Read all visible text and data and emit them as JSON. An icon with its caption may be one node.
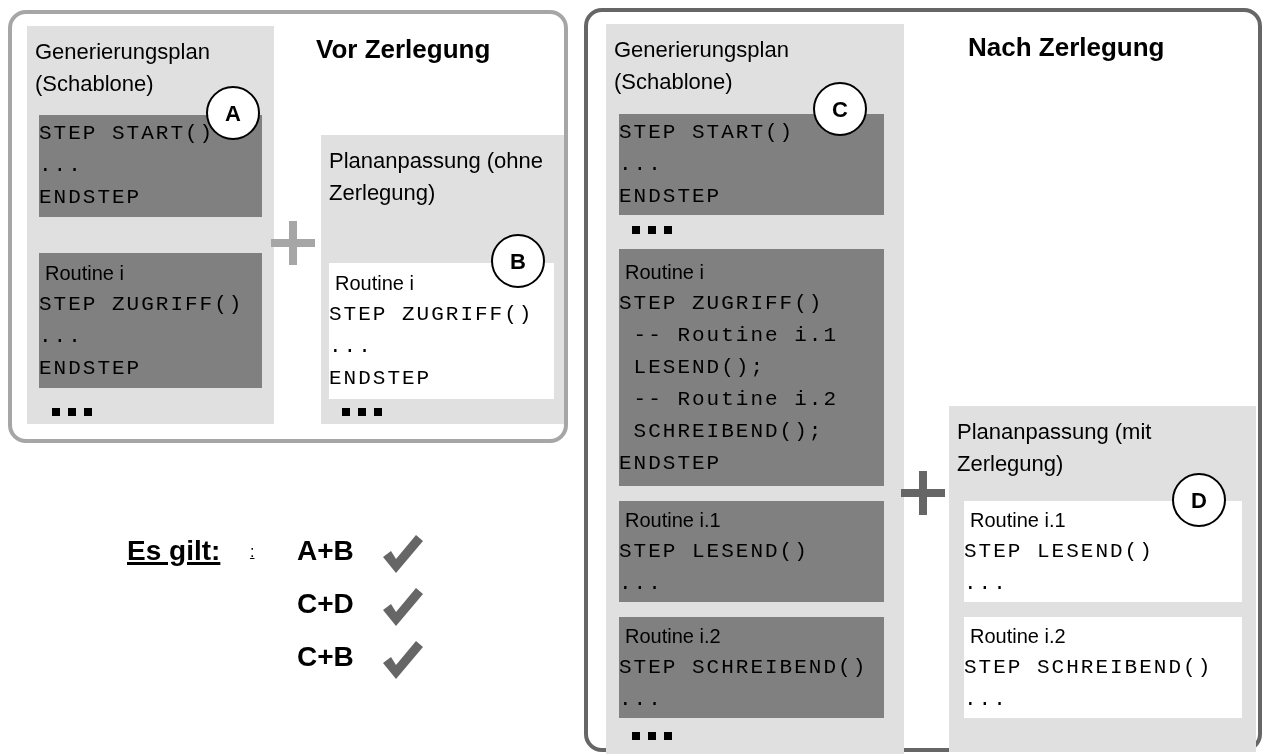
{
  "diagram": {
    "nodes": [
      {
        "text": [
          "Vor Zerlegung"
        ]
      },
      {
        "text": [
          "Generierungsplan (Schablone)"
        ],
        "in": 0
      },
      {
        "text": [
          "STEP START()",
          "...",
          "ENDSTEP"
        ],
        "in": 1
      },
      {
        "text": [
          "Routine i",
          "STEP ZUGRIFF()",
          "...",
          "ENDSTEP"
        ],
        "in": 1
      },
      {
        "text": [
          "A"
        ],
        "in": 1
      },
      {
        "text": [
          "Plananpassung (ohne Zerlegung)"
        ],
        "in": 0
      },
      {
        "text": [
          "Routine i",
          "STEP ZUGRIFF()",
          "...",
          "ENDSTEP"
        ],
        "in": 5
      },
      {
        "text": [
          "B"
        ],
        "in": 5
      },
      {
        "text": [
          "Nach Zerlegung"
        ]
      },
      {
        "text": [
          "Generierungsplan (Schablone)"
        ],
        "in": 8
      },
      {
        "text": [
          "STEP START()",
          "...",
          "ENDSTEP"
        ],
        "in": 9
      },
      {
        "text": [
          "Routine i",
          "STEP ZUGRIFF()",
          " -- Routine i.1",
          " LESEND();",
          " -- Routine i.2",
          " SCHREIBEND();",
          "ENDSTEP"
        ],
        "in": 9
      },
      {
        "text": [
          "Routine i.1",
          "STEP LESEND()",
          "..."
        ],
        "in": 9
      },
      {
        "text": [
          "Routine i.2",
          "STEP SCHREIBEND()",
          "..."
        ],
        "in": 9
      },
      {
        "text": [
          "C"
        ],
        "in": 9
      },
      {
        "text": [
          "Plananpassung (mit Zerlegung)"
        ],
        "in": 8
      },
      {
        "text": [
          "Routine i.1",
          "STEP LESEND()",
          "..."
        ],
        "in": 15
      },
      {
        "text": [
          "Routine i.2",
          "STEP SCHREIBEND()",
          "..."
        ],
        "in": 15
      },
      {
        "text": [
          "D"
        ],
        "in": 15
      }
    ],
    "labels": [
      "Es gilt:",
      ":",
      "A+B",
      "C+D",
      "C+B"
    ]
  }
}
